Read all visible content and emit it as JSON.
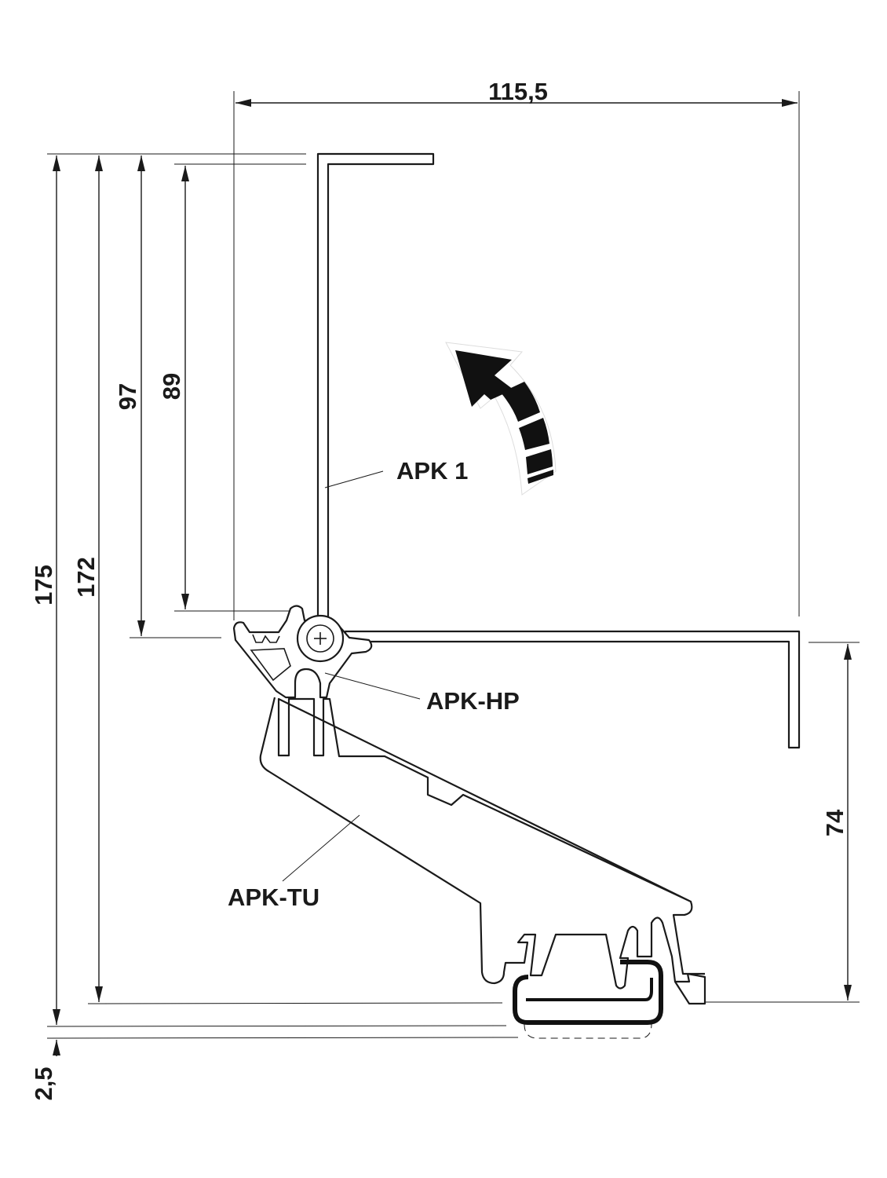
{
  "dimensions": {
    "width_top": "115,5",
    "height_175": "175",
    "height_172": "172",
    "height_97": "97",
    "height_89": "89",
    "height_74": "74",
    "rail_offset": "2,5"
  },
  "labels": {
    "apk1": "APK 1",
    "apk_hp": "APK-HP",
    "apk_tu": "APK-TU"
  },
  "colors": {
    "line": "#1a1a1a",
    "background": "#ffffff"
  }
}
